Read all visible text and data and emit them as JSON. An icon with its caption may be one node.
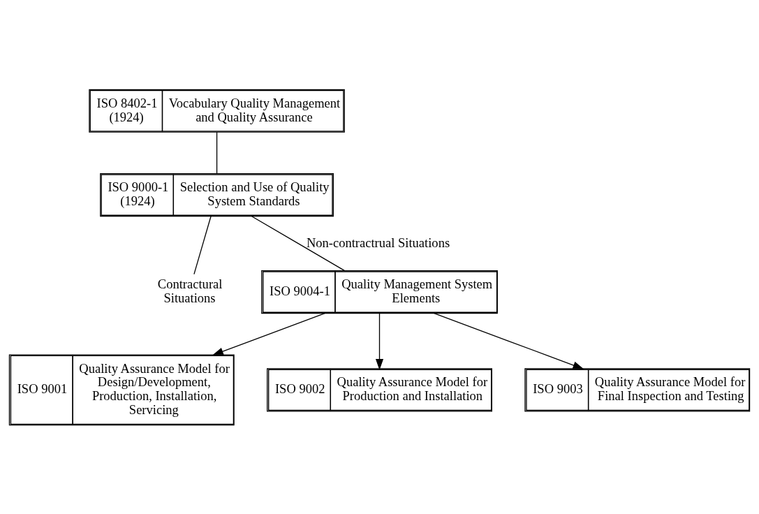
{
  "diagram": {
    "nodes": [
      {
        "text": [
          "ISO 8402-1 (1924)",
          "Vocabulary Quality Management and Quality Assurance"
        ]
      },
      {
        "text": [
          "ISO 9000-1 (1924)",
          "Selection and Use of Quality System Standards"
        ]
      },
      {
        "text": [
          "Contractural Situations"
        ]
      },
      {
        "text": [
          "ISO 9004-1",
          "Quality Management System Elements"
        ]
      },
      {
        "text": [
          "ISO 9001",
          "Quality Assurance Model for Design/Development, Production, Installation, Servicing"
        ]
      },
      {
        "text": [
          "ISO 9002",
          "Quality Assurance Model for Production and Installation"
        ]
      },
      {
        "text": [
          "ISO 9003",
          "Quality Assurance Model for Final Inspection and Testing"
        ]
      }
    ],
    "edges": [
      {
        "from": 0,
        "to": 1,
        "arrow": "none"
      },
      {
        "from": 1,
        "to": 3,
        "arrow": "none",
        "label": "Non-contractrual Situations"
      },
      {
        "from": 1,
        "to": 2,
        "arrow": "none"
      },
      {
        "from": 3,
        "to": 4,
        "arrow": "to"
      },
      {
        "from": 3,
        "to": 5,
        "arrow": "to"
      },
      {
        "from": 3,
        "to": 6,
        "arrow": "to"
      }
    ]
  }
}
